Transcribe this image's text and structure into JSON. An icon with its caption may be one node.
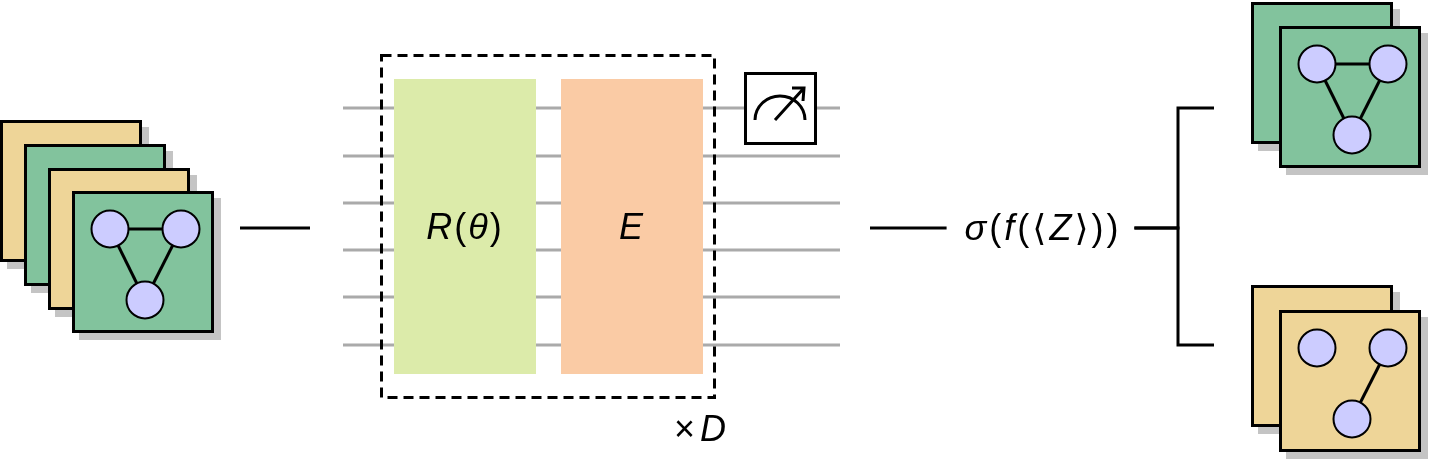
{
  "diagram": {
    "nodes": [
      {
        "text": [],
        "shape": "picture"
      },
      {
        "text": [],
        "shape": "picture"
      },
      {
        "text": [],
        "shape": "box",
        "beside": [
          "×*D*"
        ]
      },
      {
        "text": [
          "*R*(*θ*)"
        ],
        "in": 2
      },
      {
        "text": [
          "E"
        ],
        "in": 2
      },
      {
        "text": [
          "*σ*(*f*(⟨*Z*⟩))"
        ]
      },
      {
        "text": [],
        "shape": "picture"
      },
      {
        "text": [],
        "shape": "picture"
      }
    ],
    "edges": [
      {
        "from": 0,
        "to": 1,
        "arrow": "none"
      },
      {
        "from": 1,
        "to": 5,
        "arrow": "none"
      },
      {
        "from": 5,
        "to": 6,
        "arrow": "none"
      },
      {
        "from": 5,
        "to": 7,
        "arrow": "none"
      }
    ]
  }
}
